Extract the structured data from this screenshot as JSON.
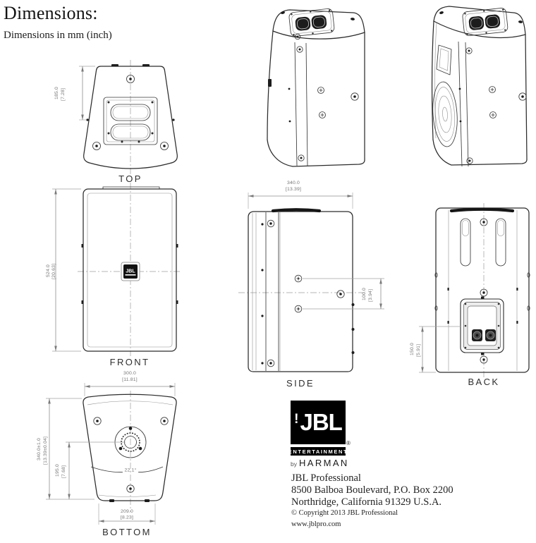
{
  "header": {
    "title": "Dimensions:",
    "subtitle": "Dimensions in mm (inch)"
  },
  "views": {
    "top": {
      "label": "TOP",
      "dim_depth_mm": "185.0",
      "dim_depth_in": "[7.28]"
    },
    "front": {
      "label": "FRONT",
      "badge": "JBL",
      "dim_height_mm": "524.0",
      "dim_height_in": "[20.63]"
    },
    "side": {
      "label": "SIDE",
      "dim_depth_mm": "340.0",
      "dim_depth_in": "[13.39]",
      "dim_mount_mm": "100.0",
      "dim_mount_in": "[3.94]"
    },
    "back": {
      "label": "BACK",
      "dim_panel_mm": "150.0",
      "dim_panel_in": "[5.91]"
    },
    "bottom": {
      "label": "BOTTOM",
      "dim_width_mm": "300.0",
      "dim_width_in": "[11.81]",
      "dim_height_mm": "340.0±1.0",
      "dim_height_in": "[13.39±0.04]",
      "dim_pole_mm": "195.0",
      "dim_pole_in": "[7.68]",
      "dim_base_mm": "209.0",
      "dim_base_in": "[8.23]",
      "dim_angle": "22.1°"
    }
  },
  "branding": {
    "logo_mark": "!",
    "logo_text": "JBL",
    "registered": "®",
    "banner": "ENTERTAINMENT",
    "by": "by",
    "brand": "HARMAN"
  },
  "footer": {
    "company": "JBL Professional",
    "address1": "8500 Balboa Boulevard, P.O. Box 2200",
    "address2": "Northridge, California 91329 U.S.A.",
    "copyright": "© Copyright 2013 JBL Professional",
    "website": "www.jblpro.com"
  },
  "colors": {
    "line": "#2c2c2c",
    "dimension": "#8d8d8d",
    "logo_bg": "#000000"
  }
}
